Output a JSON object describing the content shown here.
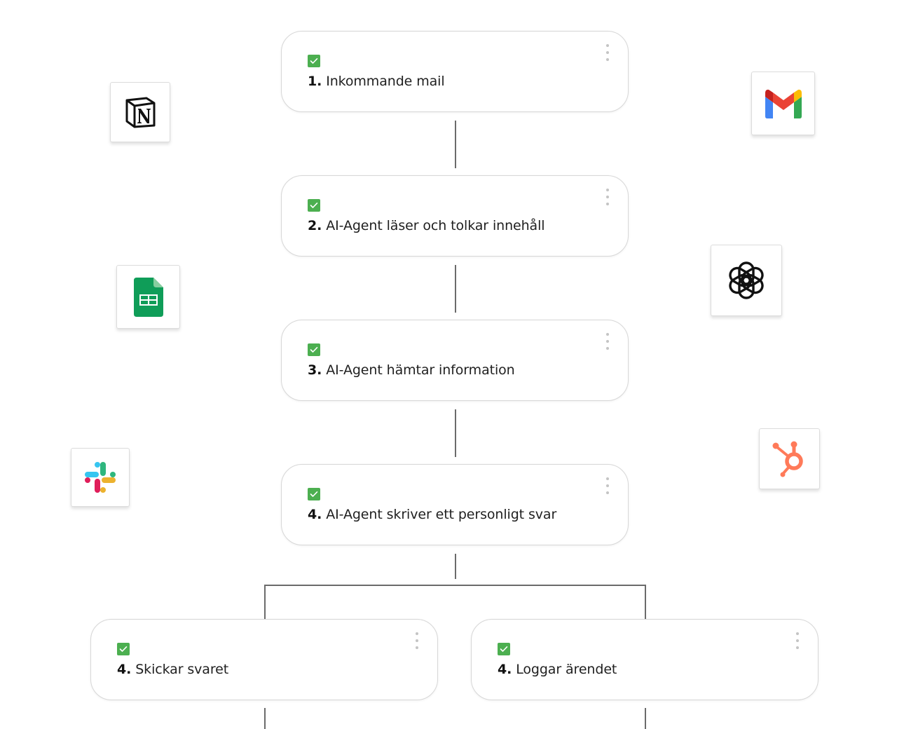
{
  "colors": {
    "check_green": "#4caf50",
    "connector": "#6b6b6b",
    "card_border": "#d7d7d7",
    "kebab": "#c4c4c4"
  },
  "steps": [
    {
      "number": "1.",
      "label": "Inkommande mail"
    },
    {
      "number": "2.",
      "label": "AI-Agent läser och tolkar innehåll"
    },
    {
      "number": "3.",
      "label": "AI-Agent hämtar information"
    },
    {
      "number": "4.",
      "label": "AI-Agent skriver ett personligt svar"
    },
    {
      "number": "4.",
      "label": "Skickar svaret"
    },
    {
      "number": "4.",
      "label": "Loggar ärendet"
    }
  ],
  "apps": [
    {
      "name": "notion-icon"
    },
    {
      "name": "gmail-icon"
    },
    {
      "name": "google-sheets-icon"
    },
    {
      "name": "openai-icon"
    },
    {
      "name": "slack-icon"
    },
    {
      "name": "hubspot-icon"
    }
  ]
}
